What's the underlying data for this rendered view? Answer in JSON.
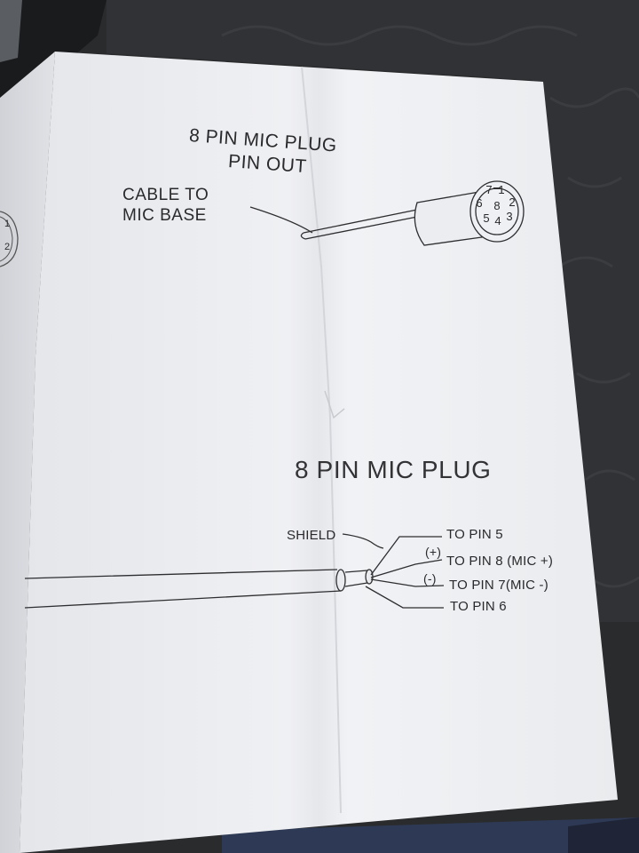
{
  "top_diagram": {
    "title_line1": "8 PIN MIC PLUG",
    "title_line2": "PIN OUT",
    "cable_line1": "CABLE TO",
    "cable_line2": "MIC BASE",
    "pin_labels": [
      "7",
      "1",
      "6",
      "8",
      "2",
      "5",
      "4",
      "3"
    ]
  },
  "bottom_diagram": {
    "title": "8 PIN MIC PLUG",
    "shield_label": "SHIELD",
    "plus_marker": "(+)",
    "minus_marker": "(-)",
    "wires": [
      "TO PIN 5",
      "TO PIN 8 (MIC +)",
      "TO PIN 7(MIC -)",
      "TO PIN 6"
    ]
  },
  "left_page_fragment": {
    "pin_labels": [
      "1",
      "2"
    ]
  }
}
